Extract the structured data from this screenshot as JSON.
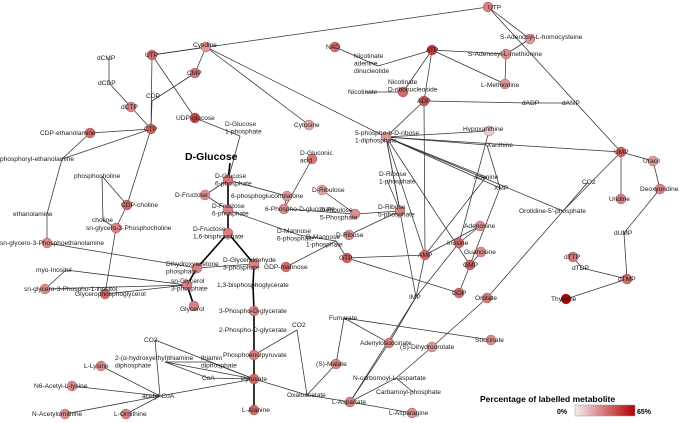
{
  "legend": {
    "title": "Percentage of labelled metabolite",
    "min_label": "0%",
    "max_label": "65%",
    "color_low": "#f2eded",
    "color_high": "#b30000"
  },
  "highlight": {
    "label": "D-Glucose"
  },
  "nodes": [
    {
      "id": "utp_top",
      "label": "UTP",
      "l": 0.45
    },
    {
      "id": "sahc",
      "label": "S-Adenosyl-L-homocysteine",
      "l": 0.35
    },
    {
      "id": "sam",
      "label": "S-Adenosyl-L-methionine",
      "l": 0.4
    },
    {
      "id": "lmet",
      "label": "L-Methionine",
      "l": 0.35
    },
    {
      "id": "nad",
      "label": "NAD",
      "l": 0.55
    },
    {
      "id": "nadinuc",
      "label": "Nicotinate adenine dinucleotide",
      "l": 0.0
    },
    {
      "id": "atp",
      "label": "ATP",
      "l": 0.75
    },
    {
      "id": "namn",
      "label": "Nicotinate D-ribonucleoside",
      "l": 0.55
    },
    {
      "id": "nicotinate",
      "label": "Nicotinate",
      "l": 0.0
    },
    {
      "id": "adp",
      "label": "ADP",
      "l": 0.65
    },
    {
      "id": "dadp",
      "label": "dADP",
      "l": 0.0
    },
    {
      "id": "damp",
      "label": "dAMP",
      "l": 0.0
    },
    {
      "id": "dcmp",
      "label": "dCMP",
      "l": 0.0
    },
    {
      "id": "dcdp",
      "label": "dCDP",
      "l": 0.0
    },
    {
      "id": "dctp",
      "label": "dCTP",
      "l": 0.45
    },
    {
      "id": "utp_left",
      "label": "UTP",
      "l": 0.55
    },
    {
      "id": "cytidine",
      "label": "Cytidine",
      "l": 0.35
    },
    {
      "id": "cmp",
      "label": "CMP",
      "l": 0.5
    },
    {
      "id": "cdp",
      "label": "CDP",
      "l": 0.0
    },
    {
      "id": "ctp",
      "label": "CTP",
      "l": 0.6
    },
    {
      "id": "udpglc",
      "label": "UDP-glucose",
      "l": 0.7
    },
    {
      "id": "glc1p",
      "label": "D-Glucose 1-phosphate",
      "l": 0.0
    },
    {
      "id": "cytosine",
      "label": "Cytosine",
      "l": 0.3
    },
    {
      "id": "prpp",
      "label": "5-phospho-b-D-ribose 1-diphosphate",
      "l": 0.35
    },
    {
      "id": "hypox",
      "label": "Hypoxanthine",
      "l": 0.15
    },
    {
      "id": "xanthine",
      "label": "Xanthine",
      "l": 0.0
    },
    {
      "id": "cdpeta",
      "label": "CDP-ethanolamine",
      "l": 0.55
    },
    {
      "id": "phoseta",
      "label": "phosphoryl-ethanolamine",
      "l": 0.0
    },
    {
      "id": "phoscho",
      "label": "phosphocholine",
      "l": 0.0
    },
    {
      "id": "cdpcho",
      "label": "CDP-choline",
      "l": 0.55
    },
    {
      "id": "eta",
      "label": "ethanolamine",
      "l": 0.0
    },
    {
      "id": "choline",
      "label": "choline",
      "l": 0.0
    },
    {
      "id": "glucose",
      "label": "D-Glucose",
      "l": 0.0
    },
    {
      "id": "g6p",
      "label": "D-Glucose 6-phosphate",
      "l": 0.5
    },
    {
      "id": "fru",
      "label": "D-Fructose",
      "l": 0.4
    },
    {
      "id": "pglnl",
      "label": "6-phosphogluconolatone",
      "l": 0.35
    },
    {
      "id": "gluconic",
      "label": "D-Gluconic acid",
      "l": 0.5
    },
    {
      "id": "f6p",
      "label": "D-Fructose 6-phosphate",
      "l": 0.45
    },
    {
      "id": "pgluc",
      "label": "6-Phospho-D-gluconate",
      "l": 0.4
    },
    {
      "id": "ribulose",
      "label": "D-Ribulose",
      "l": 0.3
    },
    {
      "id": "ru5p",
      "label": "D-Ribulose 5-Phosphate",
      "l": 0.4
    },
    {
      "id": "r1p",
      "label": "D-Ribose 1-phosphate",
      "l": 0.0
    },
    {
      "id": "r5p",
      "label": "D-Ribose 5-phosphate",
      "l": 0.45
    },
    {
      "id": "ribose",
      "label": "D-Ribose",
      "l": 0.4
    },
    {
      "id": "fbp",
      "label": "D-Fructose 1,6-bisphosphate",
      "l": 0.45
    },
    {
      "id": "man6p",
      "label": "D-Mannose 6-phosphate",
      "l": 0.0
    },
    {
      "id": "man1p",
      "label": "D-Mannose 1-phosphate",
      "l": 0.0
    },
    {
      "id": "gdpman",
      "label": "GDP-mannose",
      "l": 0.55
    },
    {
      "id": "gtp",
      "label": "GTP",
      "l": 0.6
    },
    {
      "id": "sngpe",
      "label": "sn-glycero-3-Phosphoethanolamine",
      "l": 0.4
    },
    {
      "id": "sngpc",
      "label": "sn-glycero-3-Phosphocholine",
      "l": 0.45
    },
    {
      "id": "dhap",
      "label": "Dihydroxyacetone phosphate",
      "l": 0.45
    },
    {
      "id": "gap",
      "label": "D-Glyceraldehyde 3-phosphate",
      "l": 0.45
    },
    {
      "id": "inositol",
      "label": "myo-Inositol",
      "l": 0.0
    },
    {
      "id": "g3p",
      "label": "sn-Glycerol 3-phosphate",
      "l": 0.45
    },
    {
      "id": "sngpi",
      "label": "sn-glycero-3-Phospho-1-inositol",
      "l": 0.4
    },
    {
      "id": "gpg",
      "label": "Glycerophosphoglycerol",
      "l": 0.55
    },
    {
      "id": "glycerol",
      "label": "Glycerol",
      "l": 0.45
    },
    {
      "id": "bpg",
      "label": "1,3-bisphosphoglycerate",
      "l": 0.0
    },
    {
      "id": "pg3",
      "label": "3-Phospho-D-glycerate",
      "l": 0.45
    },
    {
      "id": "pg2",
      "label": "2-Phospho-D-glycerate",
      "l": 0.0
    },
    {
      "id": "co2a",
      "label": "CO2",
      "l": 0.0
    },
    {
      "id": "co2b",
      "label": "CO2",
      "l": 0.0
    },
    {
      "id": "pep",
      "label": "Phosphoenolpyruvate",
      "l": 0.45
    },
    {
      "id": "pyr",
      "label": "Pyruvate",
      "l": 0.55
    },
    {
      "id": "ala",
      "label": "L-Alanine",
      "l": 0.55
    },
    {
      "id": "lys",
      "label": "L-Lysine",
      "l": 0.4
    },
    {
      "id": "hetdp",
      "label": "2-(α-hydroxyethyl)thiamine diphosphate",
      "l": 0.0
    },
    {
      "id": "tdp",
      "label": "thiamin diphosphate",
      "l": 0.0
    },
    {
      "id": "coa",
      "label": "CoA",
      "l": 0.0
    },
    {
      "id": "n6acl",
      "label": "N6-Acetyl-L-lysine",
      "l": 0.4
    },
    {
      "id": "acoa",
      "label": "acetyl-CoA",
      "l": 0.0
    },
    {
      "id": "nacorn",
      "label": "N-Acetylornithine",
      "l": 0.4
    },
    {
      "id": "orn",
      "label": "L-Ornithine",
      "l": 0.45
    },
    {
      "id": "adenine",
      "label": "Adenine",
      "l": 0.0
    },
    {
      "id": "xmp",
      "label": "XMP",
      "l": 0.0
    },
    {
      "id": "adenosine",
      "label": "Adenosine",
      "l": 0.4
    },
    {
      "id": "inosine",
      "label": "Inosine",
      "l": 0.55
    },
    {
      "id": "guanosine",
      "label": "Guanosine",
      "l": 0.4
    },
    {
      "id": "amp",
      "label": "AMP",
      "l": 0.55
    },
    {
      "id": "gmp",
      "label": "GMP",
      "l": 0.6
    },
    {
      "id": "imp",
      "label": "IMP",
      "l": 0.0
    },
    {
      "id": "gdp",
      "label": "GDP",
      "l": 0.55
    },
    {
      "id": "ump",
      "label": "UMP",
      "l": 0.6
    },
    {
      "id": "uracil",
      "label": "Uracil",
      "l": 0.35
    },
    {
      "id": "co2c",
      "label": "CO2",
      "l": 0.0
    },
    {
      "id": "deoxyu",
      "label": "Deoxyuridine",
      "l": 0.45
    },
    {
      "id": "uridine",
      "label": "Uridine",
      "l": 0.45
    },
    {
      "id": "o5p",
      "label": "Orotidine-5'-phosphate",
      "l": 0.0
    },
    {
      "id": "dump",
      "label": "dUMP",
      "l": 0.0
    },
    {
      "id": "dttp",
      "label": "dTTP",
      "l": 0.5
    },
    {
      "id": "dtdp",
      "label": "dTDP",
      "l": 0.0
    },
    {
      "id": "dtmp",
      "label": "dTMP",
      "l": 0.55
    },
    {
      "id": "thymine",
      "label": "Thymine",
      "l": 1.0
    },
    {
      "id": "orotate",
      "label": "Orotate",
      "l": 0.5
    },
    {
      "id": "fumarate",
      "label": "Fumarate",
      "l": 0.0
    },
    {
      "id": "adsucc",
      "label": "Adenylosuccinate",
      "l": 0.45
    },
    {
      "id": "dhoro",
      "label": "(S)-Dihydroorotate",
      "l": 0.35
    },
    {
      "id": "succ",
      "label": "Succinate",
      "l": 0.4
    },
    {
      "id": "malate",
      "label": "(S)-Malate",
      "l": 0.45
    },
    {
      "id": "ncasp",
      "label": "N-carbomoyl-L-aspartate",
      "l": 0.0
    },
    {
      "id": "carbp",
      "label": "Carbamoyl-phosphate",
      "l": 0.0
    },
    {
      "id": "oaa",
      "label": "Oxaloacetate",
      "l": 0.0
    },
    {
      "id": "asp",
      "label": "L-Aspartate",
      "l": 0.45
    },
    {
      "id": "asn",
      "label": "L-Asparagine",
      "l": 0.4
    }
  ]
}
